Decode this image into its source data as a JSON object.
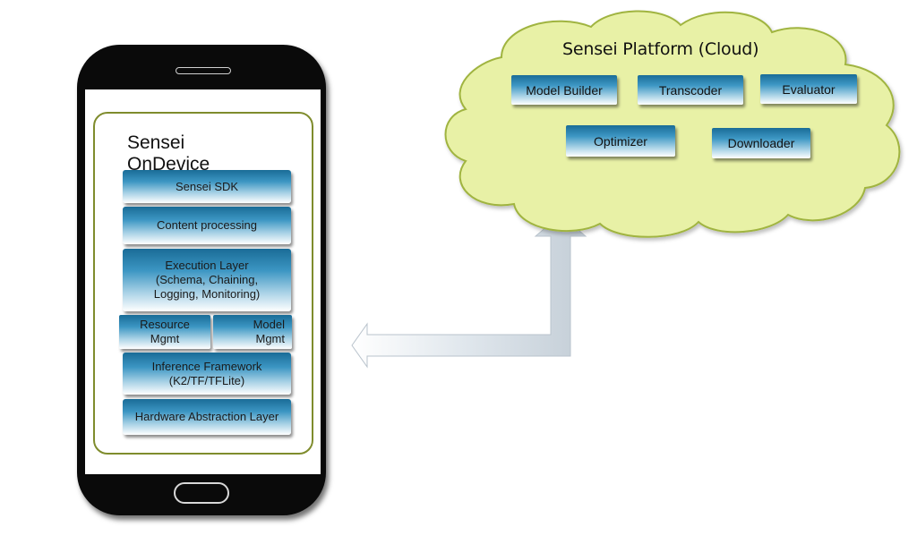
{
  "device": {
    "title_line1": "Sensei",
    "title_line2": "OnDevice",
    "layers": {
      "sdk": "Sensei SDK",
      "content": "Content processing",
      "execution": "Execution Layer\n(Schema, Chaining,\nLogging, Monitoring)",
      "resource": "Resource\nMgmt",
      "model": "Model\nMgmt",
      "inference": "Inference Framework\n(K2/TF/TFLite)",
      "hal": "Hardware Abstraction Layer"
    }
  },
  "cloud": {
    "title": "Sensei Platform (Cloud)",
    "services": {
      "model_builder": "Model Builder",
      "transcoder": "Transcoder",
      "evaluator": "Evaluator",
      "optimizer": "Optimizer",
      "downloader": "Downloader"
    },
    "fill_color": "#e8f1a6",
    "outline_color": "#a0b440"
  },
  "colors": {
    "block_gradient_top": "#1a6c97",
    "phone_body": "#0a0a0a",
    "ondevice_frame": "#7f8c2d"
  }
}
